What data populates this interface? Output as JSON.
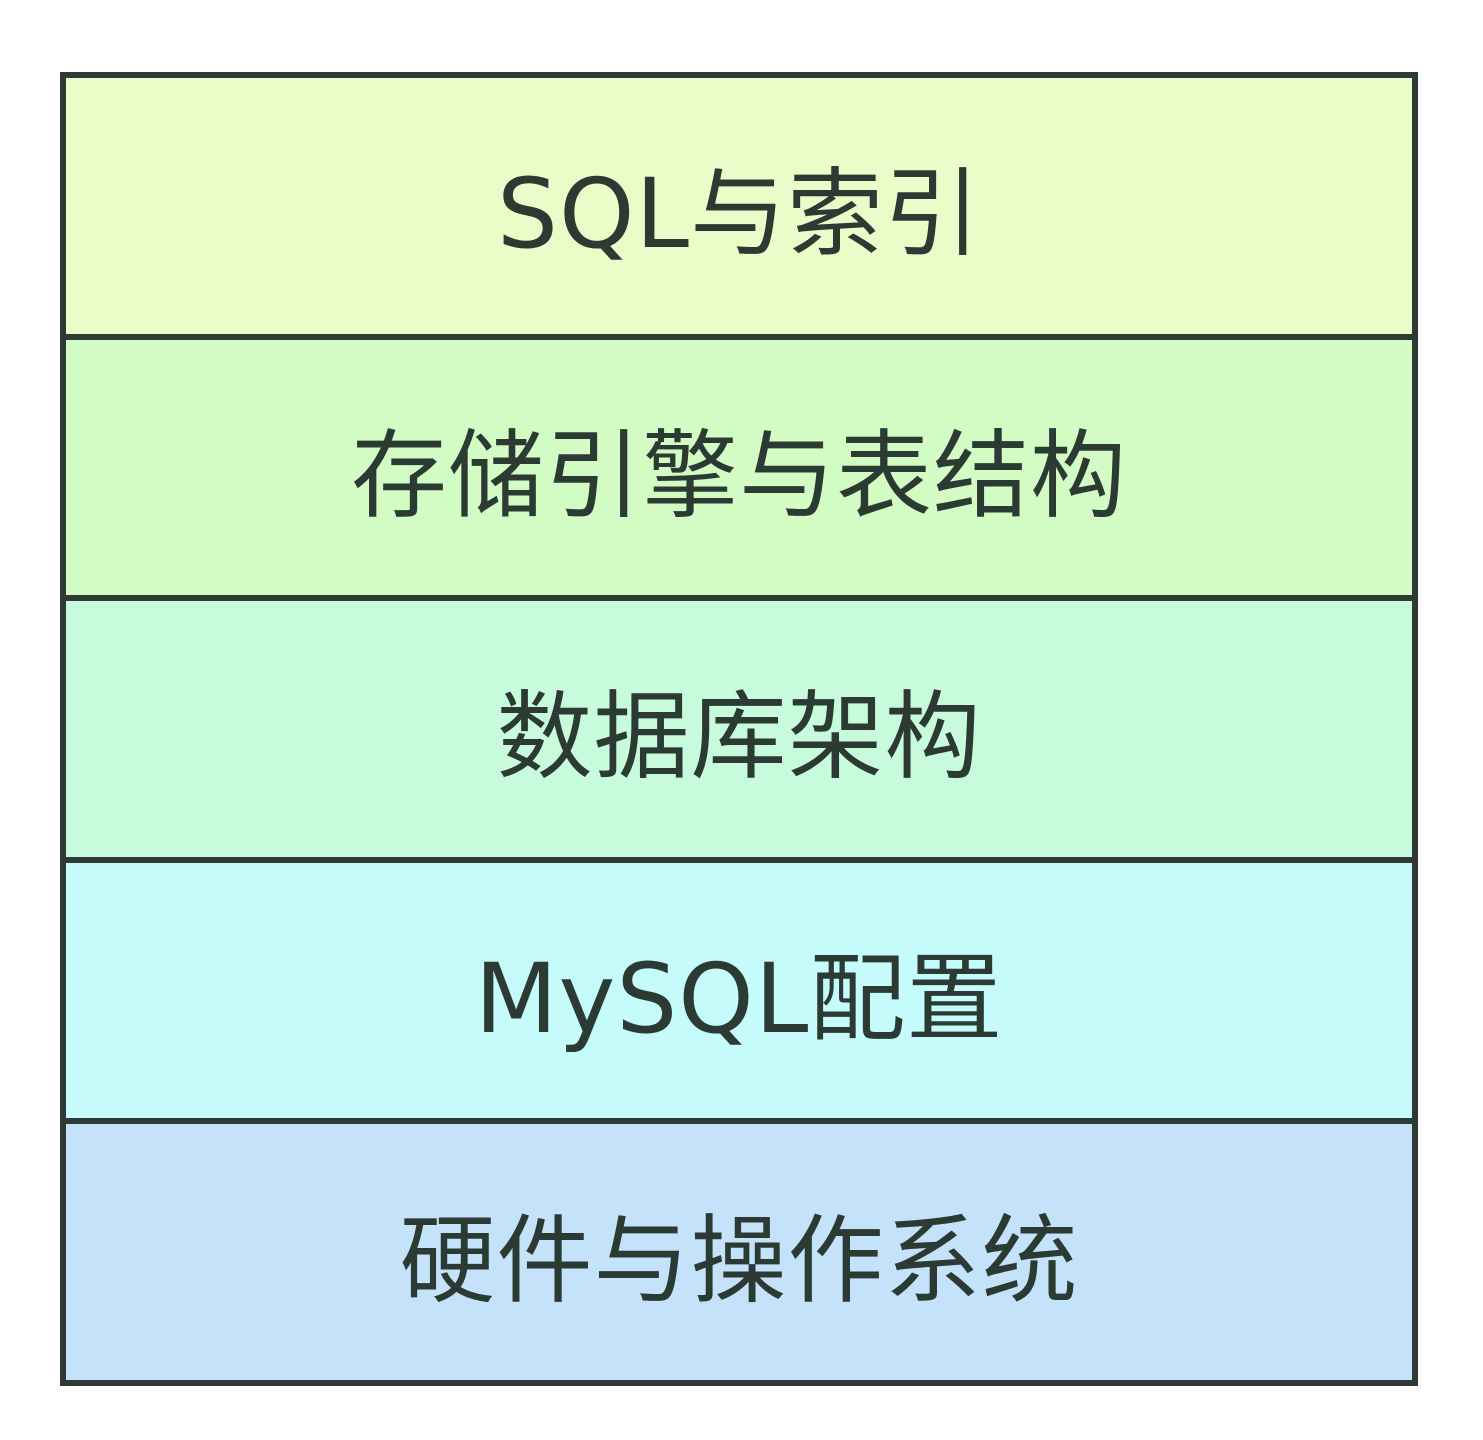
{
  "layers": [
    {
      "label": "SQL与索引",
      "color": "#eafcc7"
    },
    {
      "label": "存储引擎与表结构",
      "color": "#d3fbc4"
    },
    {
      "label": "数据库架构",
      "color": "#c8fbdb"
    },
    {
      "label": "MySQL配置",
      "color": "#c5fbfa"
    },
    {
      "label": "硬件与操作系统",
      "color": "#c4e2fa"
    }
  ]
}
